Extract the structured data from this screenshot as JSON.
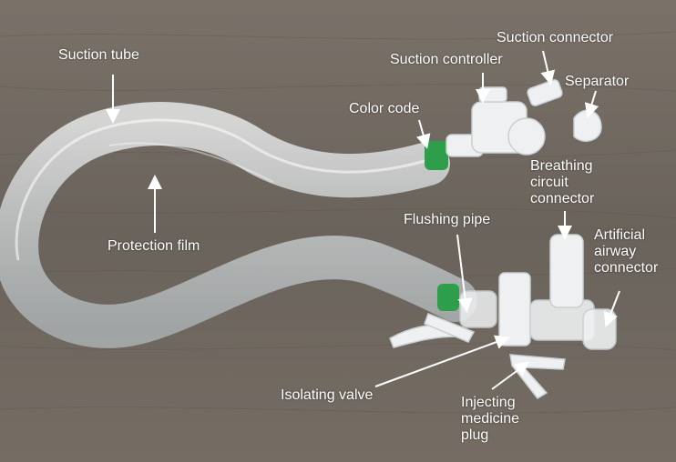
{
  "labels": {
    "suction_tube": "Suction tube",
    "suction_connector": "Suction connector",
    "suction_controller": "Suction controller",
    "separator": "Separator",
    "color_code": "Color code",
    "breathing_circuit_connector": "Breathing\ncircuit\nconnector",
    "flushing_pipe": "Flushing pipe",
    "artificial_airway_connector": "Artificial\nairway\nconnector",
    "protection_film": "Protection film",
    "isolating_valve": "Isolating valve",
    "injecting_medicine_plug": "Injecting\nmedicine\nplug"
  },
  "colors": {
    "background_wood": "#6e675f",
    "label_text": "#ffffff",
    "tube_plastic": "#d6dde0",
    "color_code_ring": "#2e9e4a",
    "connector_white": "#eef0f1"
  }
}
